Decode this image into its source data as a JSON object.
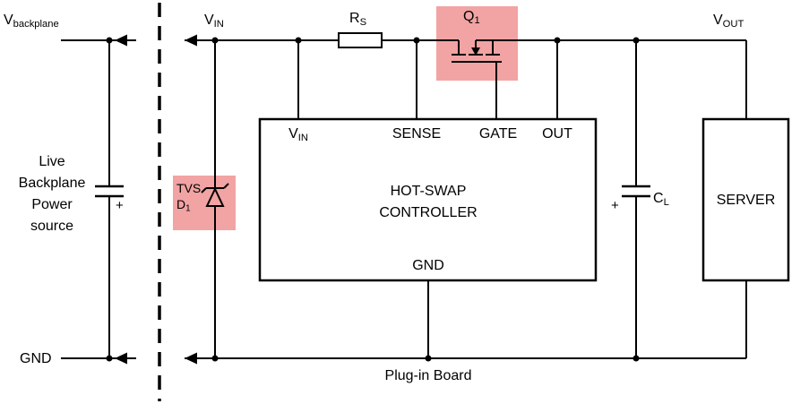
{
  "colors": {
    "highlight": "#F2A3A3",
    "line": "#000000",
    "background": "#FFFFFF"
  },
  "labels": {
    "v_backplane": {
      "main": "V",
      "sub": "backplane"
    },
    "live_source": "Live\nBackplane\nPower\nsource",
    "gnd_left": "GND",
    "v_in_top": {
      "main": "V",
      "sub": "IN"
    },
    "r_s": {
      "main": "R",
      "sub": "S"
    },
    "q1": {
      "main": "Q",
      "sub": "1"
    },
    "v_out": {
      "main": "V",
      "sub": "OUT"
    },
    "tvs_line1": "TVS",
    "tvs_d": {
      "main": "D",
      "sub": "1"
    },
    "c_l": {
      "main": "C",
      "sub": "L"
    },
    "plus": "+",
    "server": "SERVER",
    "plug_in_board": "Plug-in Board"
  },
  "controller": {
    "pin_v_in": {
      "main": "V",
      "sub": "IN"
    },
    "pin_sense": "SENSE",
    "pin_gate": "GATE",
    "pin_out": "OUT",
    "pin_gnd": "GND",
    "title": "HOT-SWAP\nCONTROLLER"
  }
}
